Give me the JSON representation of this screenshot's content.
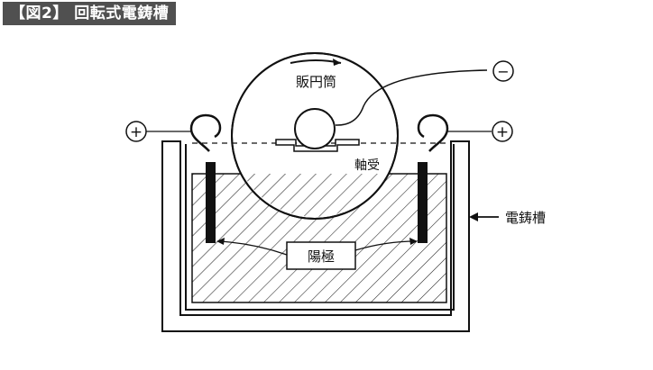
{
  "figure": {
    "title": "【図2】 回転式電鋳槽"
  },
  "labels": {
    "plate_cylinder": "販円筒",
    "bearing": "軸受",
    "anode": "陽極",
    "tank": "電鋳槽"
  },
  "symbols": {
    "minus": "−",
    "plus": "+"
  }
}
